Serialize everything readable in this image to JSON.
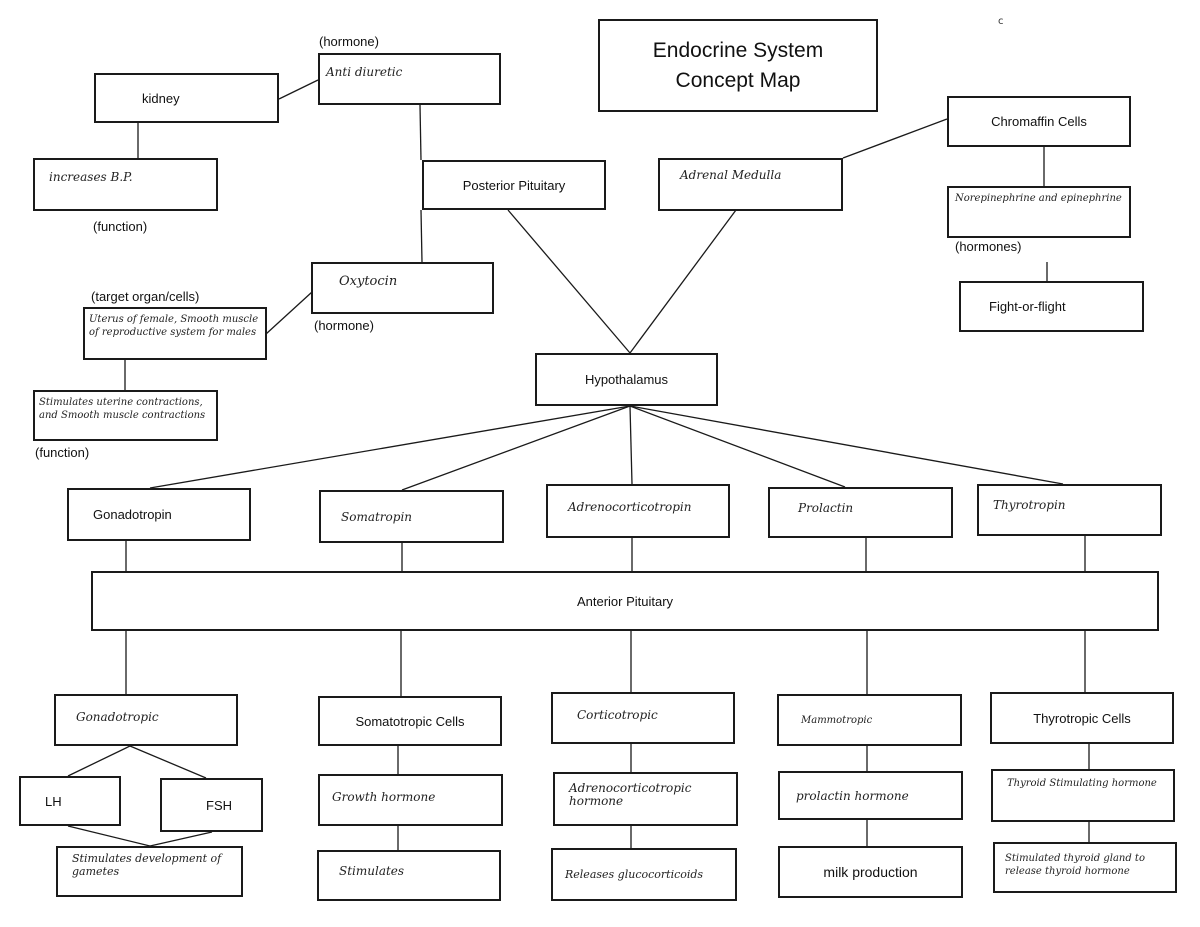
{
  "title": {
    "line1": "Endocrine System",
    "line2": "Concept Map"
  },
  "stray_mark": "c",
  "nodes": {
    "kidney": "kidney",
    "increases_bp": "increases B.P.",
    "antidiuretic": "Anti diuretic",
    "posterior_pituitary": "Posterior Pituitary",
    "oxytocin": "Oxytocin",
    "uterus": "Uterus of female, Smooth muscle of reproductive system for males",
    "stimulates_uterine": "Stimulates uterine contractions, and Smooth muscle contractions",
    "adrenal_medulla": "Adrenal Medulla",
    "chromaffin_cells": "Chromaffin Cells",
    "norepinephrine": "Norepinephrine and epinephrine",
    "fight_or_flight": "Fight-or-flight",
    "hypothalamus": "Hypothalamus",
    "gonadotropin": "Gonadotropin",
    "somatropin": "Somatropin",
    "adrenocorticotropin": "Adrenocorticotropin",
    "prolactin": "Prolactin",
    "thyrotropin": "Thyrotropin",
    "anterior_pituitary": "Anterior Pituitary",
    "gonadotropic": "Gonadotropic",
    "lh": "LH",
    "fsh": "FSH",
    "stimulates_gametes": "Stimulates development of gametes",
    "somatotropic_cells": "Somatotropic Cells",
    "growth_hormone": "Growth hormone",
    "stimulates": "Stimulates",
    "corticotropic": "Corticotropic",
    "adrenocorticotropic_hormone": "Adrenocorticotropic hormone",
    "releases_glucocorticoids": "Releases glucocorticoids",
    "mammotropic": "Mammotropic",
    "prolactin_hormone": "prolactin hormone",
    "milk_production": "milk production",
    "thyrotropic_cells": "Thyrotropic Cells",
    "thyroid_stimulating": "Thyroid Stimulating hormone",
    "stimulated_thyroid": "Stimulated thyroid gland to release thyroid hormone"
  },
  "labels": {
    "hormone_antidiuretic": "(hormone)",
    "function_kidney": "(function)",
    "target_organ": "(target organ/cells)",
    "hormone_oxytocin": "(hormone)",
    "function_oxytocin": "(function)",
    "hormones_chromaffin": "(hormones)"
  },
  "colors": {
    "line": "#1a1a1a",
    "box_border": "#1a1a1a",
    "background": "#ffffff"
  }
}
